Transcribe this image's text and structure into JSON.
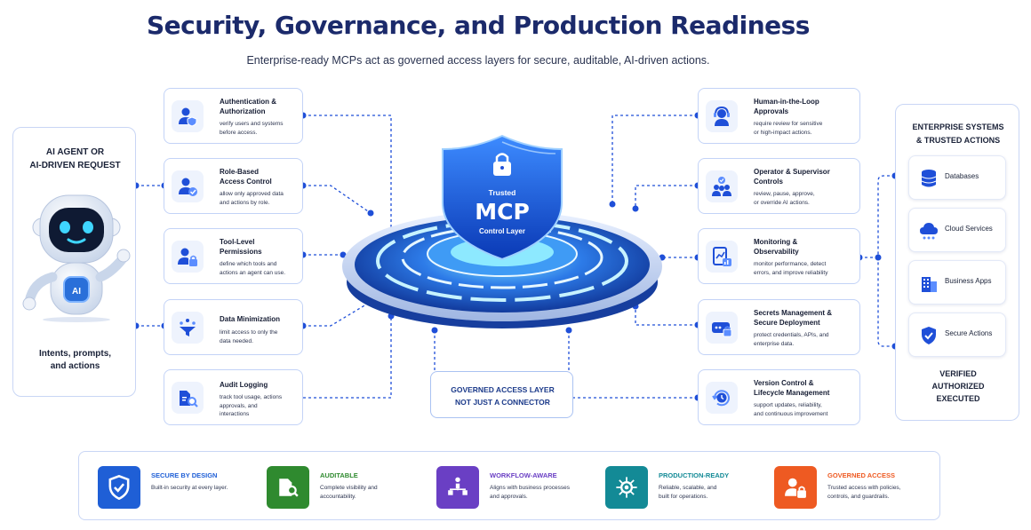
{
  "header": {
    "title": "Security, Governance, and Production Readiness",
    "subtitle": "Enterprise-ready MCPs act as governed access layers for secure, auditable, AI-driven actions."
  },
  "agent": {
    "title": "AI AGENT OR\nAI-DRIVEN REQUEST",
    "footer": "Intents, prompts,\nand actions",
    "chest_label": "AI"
  },
  "left_cards": [
    {
      "title": "Authentication &\nAuthorization",
      "desc": "verify users and systems\nbefore access.",
      "icon": "user-shield-icon"
    },
    {
      "title": "Role-Based\nAccess Control",
      "desc": "allow only approved data\nand actions by role.",
      "icon": "user-check-icon"
    },
    {
      "title": "Tool-Level\nPermissions",
      "desc": "define which tools and\nactions an agent can use.",
      "icon": "user-lock-icon"
    },
    {
      "title": "Data Minimization",
      "desc": "limit access to only the\ndata needed.",
      "icon": "data-filter-icon"
    },
    {
      "title": "Audit Logging",
      "desc": "track tool usage, actions\napprovals, and\ninteractions",
      "icon": "audit-search-icon"
    }
  ],
  "right_cards": [
    {
      "title": "Human-in-the-Loop\nApprovals",
      "desc": "require review for sensitive\nor high-impact actions.",
      "icon": "headset-agent-icon"
    },
    {
      "title": "Operator & Supervisor\nControls",
      "desc": "review, pause, approve,\nor override AI actions.",
      "icon": "team-check-icon"
    },
    {
      "title": "Monitoring &\nObservability",
      "desc": "monitor performance, detect\nerrors, and improve reliability",
      "icon": "monitoring-chart-icon"
    },
    {
      "title": "Secrets Management &\nSecure Deployment",
      "desc": "protect credentials, APIs, and\nenterprise data.",
      "icon": "secret-key-lock-icon"
    },
    {
      "title": "Version Control &\nLifecycle Management",
      "desc": "support updates, reliability,\nand continuous improvement",
      "icon": "lifecycle-clock-icon"
    }
  ],
  "mcp": {
    "trusted": "Trusted",
    "name": "MCP",
    "layer": "Control Layer"
  },
  "governed_box": {
    "text": "GOVERNED ACCESS LAYER\nNOT JUST A CONNECTOR"
  },
  "enterprise": {
    "title": "ENTERPRISE SYSTEMS\n& TRUSTED ACTIONS",
    "items": [
      {
        "label": "Databases",
        "icon": "database-icon"
      },
      {
        "label": "Cloud Services",
        "icon": "cloud-network-icon"
      },
      {
        "label": "Business Apps",
        "icon": "building-icon"
      },
      {
        "label": "Secure Actions",
        "icon": "shield-check-icon"
      }
    ],
    "footer": "VERIFIED\nAUTHORIZED\nEXECUTED"
  },
  "features": [
    {
      "title": "SECURE BY DESIGN",
      "desc": "Built-in security at every layer.",
      "color": "#1f5fd6",
      "icon": "shield-check-icon"
    },
    {
      "title": "AUDITABLE",
      "desc": "Complete visibility and\naccountability.",
      "color": "#2f8a2f",
      "icon": "audit-document-icon"
    },
    {
      "title": "WORKFLOW-AWARE",
      "desc": "Aligns with business processes\nand approvals.",
      "color": "#6a3fc4",
      "icon": "workflow-person-icon"
    },
    {
      "title": "PRODUCTION-READY",
      "desc": "Reliable, scalable, and\nbuilt for operations.",
      "color": "#138a96",
      "icon": "production-hub-icon"
    },
    {
      "title": "GOVERNED ACCESS",
      "desc": "Trusted access with policies,\ncontrols, and guardrails.",
      "color": "#ee5a22",
      "icon": "user-lock-icon"
    }
  ],
  "colors": {
    "primary": "#1f5fd6",
    "navy": "#1b2a6b",
    "connector": "#1f4fd8"
  }
}
